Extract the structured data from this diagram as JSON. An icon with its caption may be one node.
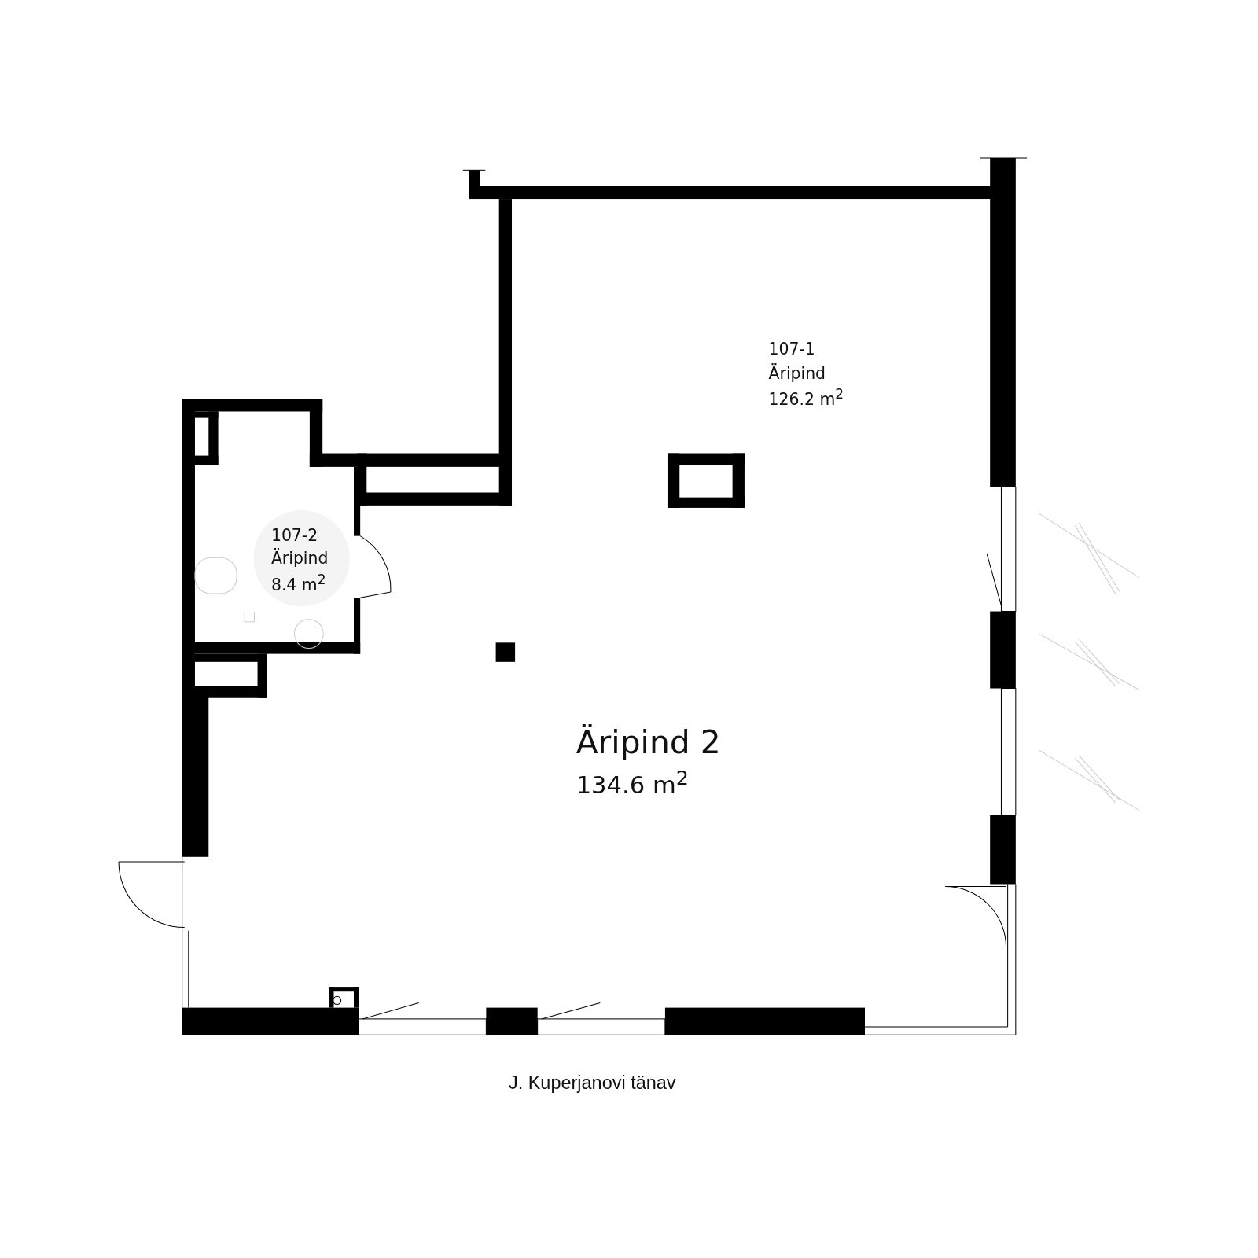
{
  "diagram": {
    "labels": [
      "107-1",
      "Äripind",
      "126.2 m$^{2}$",
      "107-2",
      "Äripind",
      "8.4 m$^{2}$",
      "Äripind 2",
      "134.6 m$^{2}$",
      "J. Kuperjanovi tänav"
    ]
  }
}
